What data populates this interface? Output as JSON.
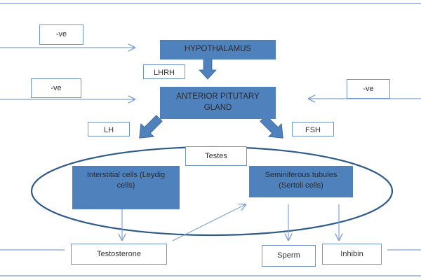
{
  "diagram": {
    "type": "hormonal-feedback-flowchart",
    "colors": {
      "box_fill": "#4f81bd",
      "outline": "#6f96c8",
      "ellipse": "#2e5a8a",
      "line": "#7ea3d4"
    },
    "nodes": {
      "hypothalamus": "HYPOTHALAMUS",
      "lhrh": "LHRH",
      "anterior_pituitary": "ANTERIOR PITUTARY GLAND",
      "lh": "LH",
      "fsh": "FSH",
      "testes": "Testes",
      "interstitial_cells": "Interstitial cells (Leydig cells)",
      "seminiferous_tubules": "Seminiferous tubules (Sertoli cells)",
      "testosterone": "Testosterone",
      "sperm": "Sperm",
      "inhibin": "Inhibin"
    },
    "feedback_labels": {
      "hypothalamus_neg": "-ve",
      "pituitary_left_neg": "-ve",
      "pituitary_right_neg": "-ve"
    },
    "edges": [
      {
        "from": "hypothalamus",
        "to": "anterior_pituitary",
        "label": "LHRH"
      },
      {
        "from": "anterior_pituitary",
        "to": "interstitial_cells",
        "label": "LH"
      },
      {
        "from": "anterior_pituitary",
        "to": "seminiferous_tubules",
        "label": "FSH"
      },
      {
        "from": "interstitial_cells",
        "to": "testosterone"
      },
      {
        "from": "testosterone",
        "to": "seminiferous_tubules"
      },
      {
        "from": "seminiferous_tubules",
        "to": "sperm"
      },
      {
        "from": "seminiferous_tubules",
        "to": "inhibin"
      },
      {
        "from": "testosterone",
        "to": "hypothalamus",
        "label": "-ve"
      },
      {
        "from": "testosterone",
        "to": "anterior_pituitary",
        "label": "-ve"
      },
      {
        "from": "inhibin",
        "to": "anterior_pituitary",
        "label": "-ve"
      }
    ]
  }
}
